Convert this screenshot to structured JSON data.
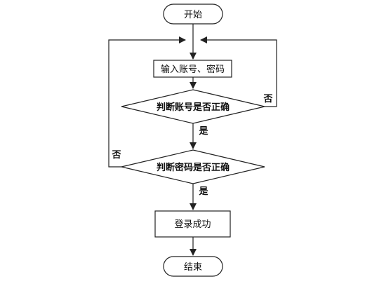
{
  "nodes": {
    "start": "开始",
    "input": "输入账号、密码",
    "check_account": "判断账号是否正确",
    "check_password": "判断密码是否正确",
    "success": "登录成功",
    "end": "结束"
  },
  "edge_labels": {
    "account_yes": "是",
    "account_no": "否",
    "password_yes": "是",
    "password_no": "否"
  },
  "colors": {
    "stroke": "#222222",
    "fill": "#ffffff",
    "text": "#111111"
  }
}
